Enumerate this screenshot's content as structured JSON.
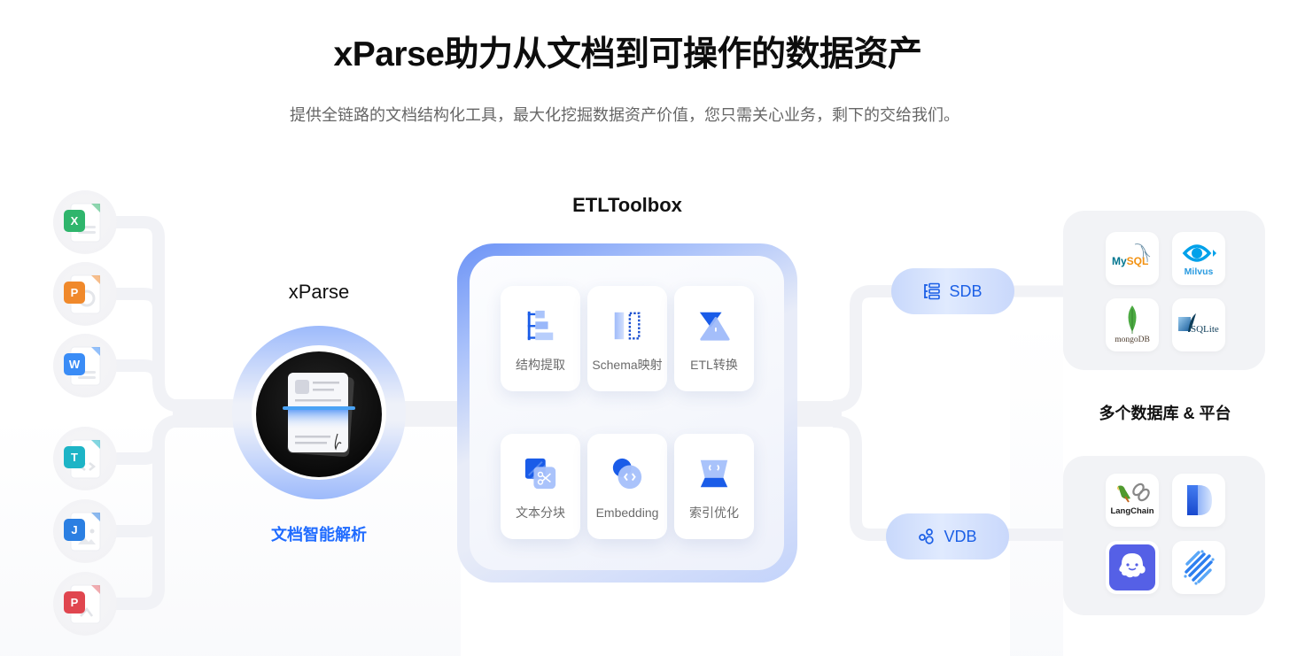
{
  "header": {
    "title": "xParse助力从文档到可操作的数据资产",
    "subtitle": "提供全链路的文档结构化工具，最大化挖掘数据资产价值，您只需关心业务，剩下的交给我们。"
  },
  "inputs": {
    "files": [
      {
        "letter": "X",
        "icon": "excel-file-icon",
        "color": "#2fb56c"
      },
      {
        "letter": "P",
        "icon": "powerpoint-file-icon",
        "color": "#f0892b"
      },
      {
        "letter": "W",
        "icon": "word-file-icon",
        "color": "#3a8cf6"
      },
      {
        "letter": "T",
        "icon": "text-file-icon",
        "color": "#1db4c6"
      },
      {
        "letter": "J",
        "icon": "image-file-icon",
        "color": "#2b7fe2"
      },
      {
        "letter": "P",
        "icon": "pdf-file-icon",
        "color": "#e0464f"
      }
    ]
  },
  "xparse": {
    "title": "xParse",
    "caption": "文档智能解析",
    "icon": "document-scan-icon"
  },
  "etl": {
    "title": "ETLToolbox",
    "tools": [
      {
        "label": "结构提取",
        "icon": "structure-extract-icon"
      },
      {
        "label": "Schema映射",
        "icon": "schema-mapping-icon"
      },
      {
        "label": "ETL转换",
        "icon": "etl-transform-icon"
      },
      {
        "label": "文本分块",
        "icon": "text-chunk-icon"
      },
      {
        "label": "Embedding",
        "icon": "embedding-icon"
      },
      {
        "label": "索引优化",
        "icon": "index-optimize-icon"
      }
    ]
  },
  "outputs": {
    "sdb": {
      "label": "SDB",
      "icon": "structured-db-icon"
    },
    "vdb": {
      "label": "VDB",
      "icon": "vector-db-icon"
    }
  },
  "destinations": {
    "caption": "多个数据库 & 平台",
    "databases": [
      {
        "label_primary": "My",
        "label_accent": "SQL",
        "icon": "mysql-logo-icon"
      },
      {
        "label": "Milvus",
        "icon": "milvus-logo-icon"
      },
      {
        "label": "mongoDB",
        "icon": "mongodb-logo-icon"
      },
      {
        "label": "SQLite",
        "icon": "sqlite-logo-icon"
      }
    ],
    "platforms": [
      {
        "label": "LangChain",
        "icon": "langchain-logo-icon"
      },
      {
        "icon": "d-logo-icon"
      },
      {
        "icon": "ghost-logo-icon"
      },
      {
        "icon": "stripes-logo-icon"
      }
    ]
  },
  "colors": {
    "accent": "#1f6bff",
    "connector": "#f1f2f6",
    "panel": "#f2f3f6",
    "etl_border_top": "#6c93f6",
    "etl_border_bottom": "#c3d3fb"
  }
}
